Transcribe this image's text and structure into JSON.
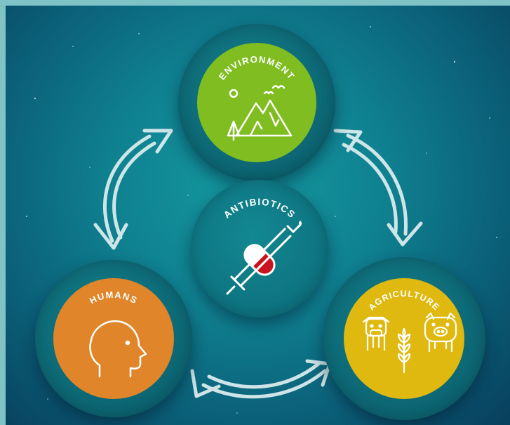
{
  "diagram": {
    "nodes": {
      "environment": {
        "label": "ENVIRONMENT",
        "color": "#7fbd21",
        "icon": "mountains-icon"
      },
      "antibiotics": {
        "label": "ANTIBIOTICS",
        "color": "#0e7682",
        "icon": "capsule-syringe-icon"
      },
      "humans": {
        "label": "HUMANS",
        "color": "#e0852a",
        "icon": "human-head-icon"
      },
      "agriculture": {
        "label": "AGRICULTURE",
        "color": "#dfb90f",
        "icon": "livestock-wheat-icon"
      }
    },
    "connections": [
      {
        "from": "humans",
        "to": "environment",
        "type": "bidirectional"
      },
      {
        "from": "environment",
        "to": "agriculture",
        "type": "bidirectional"
      },
      {
        "from": "humans",
        "to": "agriculture",
        "type": "bidirectional"
      }
    ],
    "colors": {
      "background": "#0f8090",
      "arrow": "#dfeff0",
      "accent_red": "#c8141e"
    }
  }
}
